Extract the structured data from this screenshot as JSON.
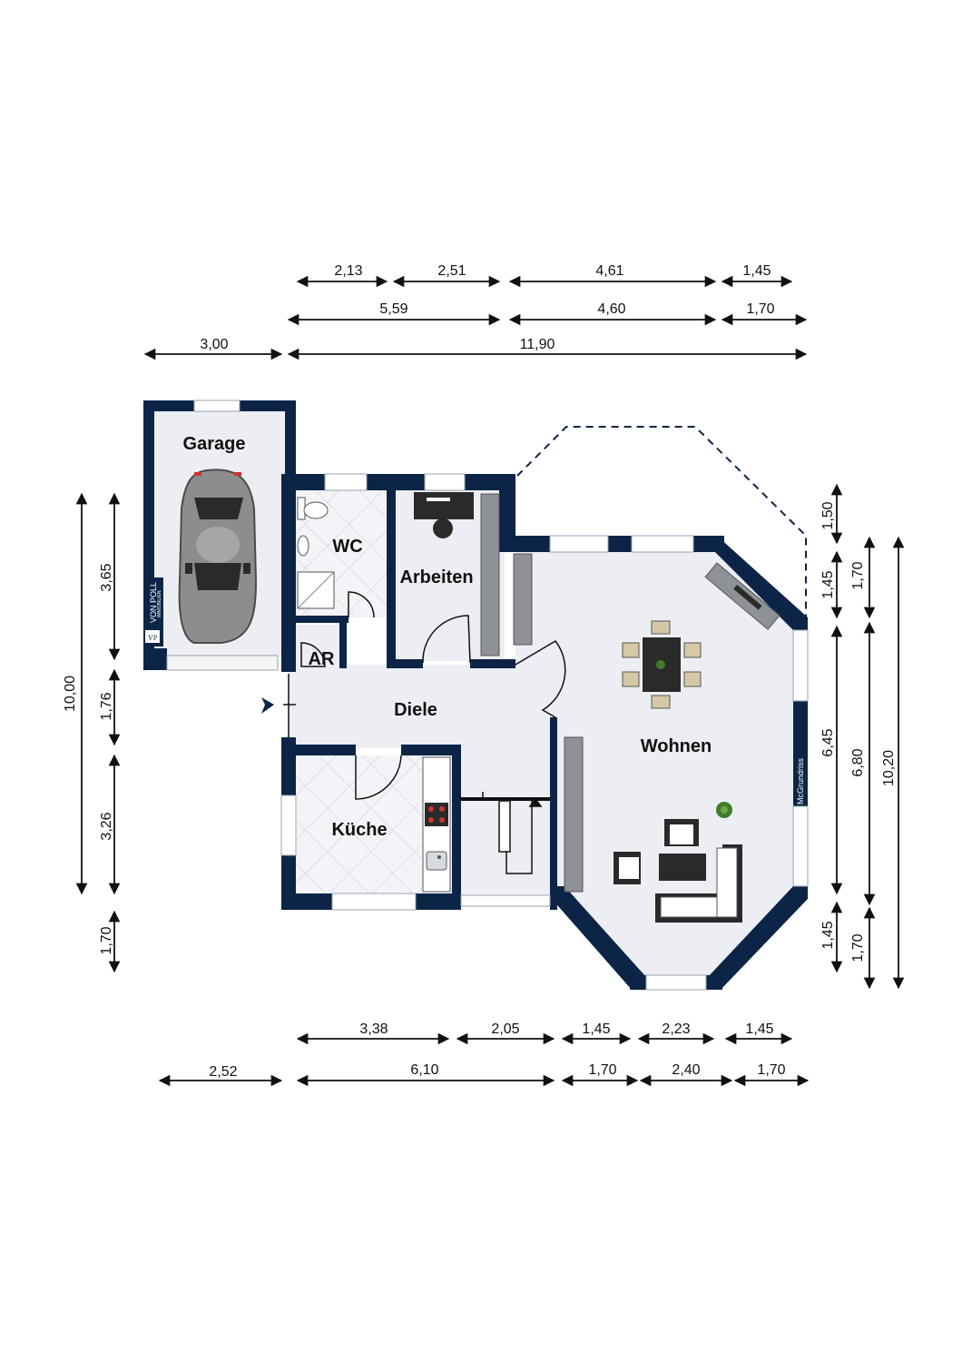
{
  "colors": {
    "wall": "#0c2546",
    "floor": "#eceef4",
    "tile_floor": "#f3f4f7",
    "window": "#ffffff",
    "dimension_line": "#111111",
    "furniture_dark": "#2a2a2a",
    "furniture_light": "#ffffff",
    "car_body": "#8d8d8d",
    "plant": "#3f7d2a"
  },
  "rooms": {
    "garage": "Garage",
    "wc": "WC",
    "arbeiten": "Arbeiten",
    "ar": "AR",
    "diele": "Diele",
    "kueche": "Küche",
    "wohnen": "Wohnen"
  },
  "logos": {
    "von_poll_top": "VON POLL",
    "von_poll_sub": "IMMOBILIEN",
    "von_poll_mark": "VP",
    "mcgrundriss": "McGrundriss"
  },
  "dimensions": {
    "top_row1": [
      "2,13",
      "2,51",
      "4,61",
      "1,45"
    ],
    "top_row2": [
      "5,59",
      "4,60",
      "1,70"
    ],
    "top_row3": [
      "3,00",
      "11,90"
    ],
    "bottom_row1": [
      "3,38",
      "2,05",
      "1,45",
      "2,23",
      "1,45"
    ],
    "bottom_row2": [
      "2,52",
      "6,10",
      "1,70",
      "2,40",
      "1,70"
    ],
    "left_outer": "10,00",
    "left_inner": [
      "3,65",
      "1,76",
      "3,26",
      "1,70"
    ],
    "right_inner": [
      "1,50",
      "1,45",
      "6,45",
      "1,45"
    ],
    "right_middle": [
      "1,70",
      "6,80",
      "1,70"
    ],
    "right_outer": "10,20"
  },
  "icons": {
    "entrance": "entrance-arrow-icon",
    "car": "car-icon",
    "plant": "plant-icon",
    "stove": "stove-icon",
    "sink": "sink-icon",
    "toilet": "toilet-icon",
    "tv": "tv-icon"
  }
}
